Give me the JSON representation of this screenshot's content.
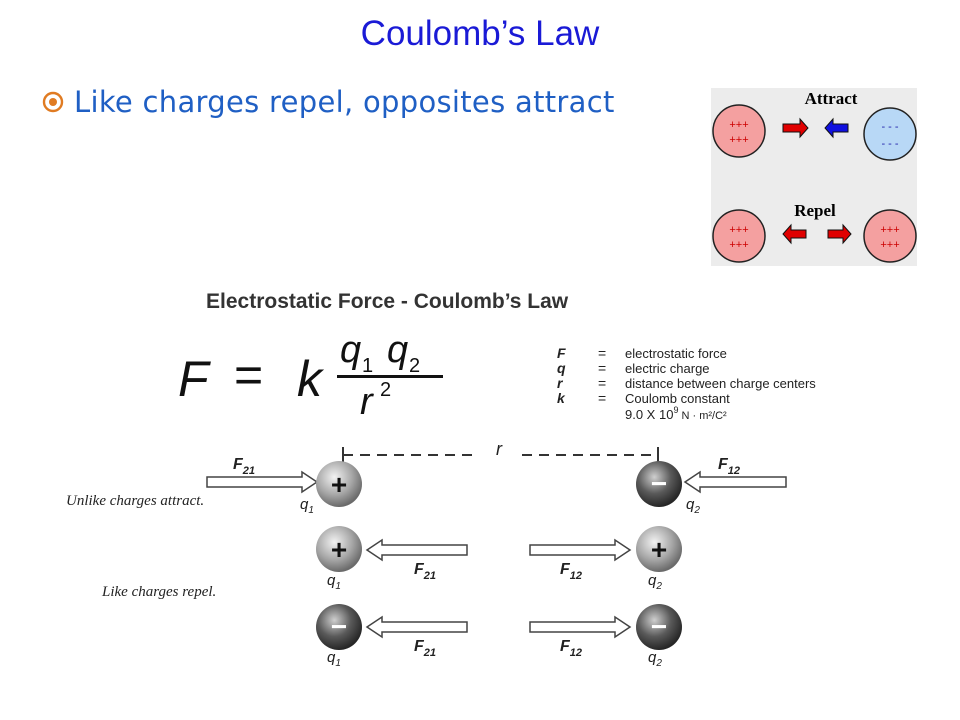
{
  "slide": {
    "title": "Coulomb’s Law",
    "bullet": "Like charges repel, opposites attract"
  },
  "colors": {
    "title": "#1a1ad6",
    "bullet_text": "#1f5fc4",
    "bullet_icon": "#e07b22",
    "positive_fill": "#f4a0a0",
    "negative_fill": "#b8d8f6",
    "red_arrow": "#e00000",
    "blue_arrow": "#1010e0"
  },
  "inset": {
    "attract_label": "Attract",
    "repel_label": "Repel",
    "positive_charge_line": "+++",
    "negative_charge_line": "- - -"
  },
  "figure": {
    "heading": "Electrostatic Force - Coulomb’s Law",
    "equation": {
      "lhs": "F",
      "equals": "=",
      "k": "k",
      "q1": "q",
      "q1_sub": "1",
      "q2": "q",
      "q2_sub": "2",
      "r": "r",
      "r_exp": "2"
    },
    "legend": [
      {
        "symbol": "F",
        "eq": "=",
        "desc": "electrostatic force"
      },
      {
        "symbol": "q",
        "eq": "=",
        "desc": "electric charge"
      },
      {
        "symbol": "r",
        "eq": "=",
        "desc": "distance between charge centers"
      },
      {
        "symbol": "k",
        "eq": "=",
        "desc": "Coulomb constant"
      }
    ],
    "constant_value": {
      "mantissa": "9.0 X 10",
      "exp": "9",
      "unit": " N · m²/C²"
    },
    "distance_label": "r",
    "unlike_caption": "Unlike charges attract.",
    "like_caption": "Like charges repel.",
    "plus_sign": "+",
    "minus_sign": "−",
    "q_letter": "q",
    "sub_1": "1",
    "sub_2": "2",
    "F_letter": "F",
    "sub_21": "21",
    "sub_12": "12"
  }
}
